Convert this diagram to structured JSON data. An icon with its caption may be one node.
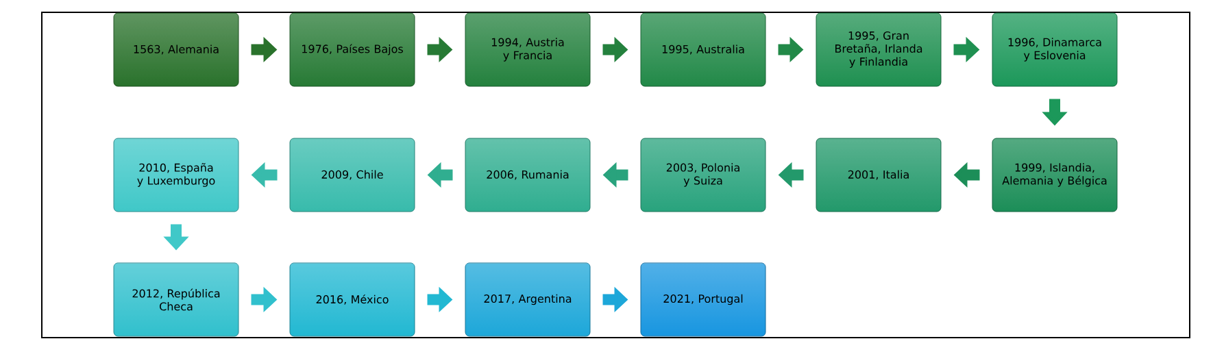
{
  "diagram": {
    "nodes": [
      {
        "text": [
          "1563, Alemania"
        ]
      },
      {
        "text": [
          "1976, Países Bajos"
        ]
      },
      {
        "text": [
          "1994, Austria y Francia"
        ]
      },
      {
        "text": [
          "1995, Australia"
        ]
      },
      {
        "text": [
          "1995, Gran Bretaña, Irlanda y Finlandia"
        ]
      },
      {
        "text": [
          "1996, Dinamarca y Eslovenia"
        ]
      },
      {
        "text": [
          "1999, Islandia, Alemania y Bélgica"
        ]
      },
      {
        "text": [
          "2001, Italia"
        ]
      },
      {
        "text": [
          "2003, Polonia y Suiza"
        ]
      },
      {
        "text": [
          "2006, Rumania"
        ]
      },
      {
        "text": [
          "2009, Chile"
        ]
      },
      {
        "text": [
          "2010, España y Luxemburgo"
        ]
      },
      {
        "text": [
          "2012, República Checa"
        ]
      },
      {
        "text": [
          "2016, México"
        ]
      },
      {
        "text": [
          "2017, Argentina"
        ]
      },
      {
        "text": [
          "2021, Portugal"
        ]
      }
    ],
    "edges": [
      {
        "from": 0,
        "to": 1,
        "arrow": "to",
        "color": "#2a722c"
      },
      {
        "from": 1,
        "to": 2,
        "arrow": "to",
        "color": "#277a35"
      },
      {
        "from": 2,
        "to": 3,
        "arrow": "to",
        "color": "#24813e"
      },
      {
        "from": 3,
        "to": 4,
        "arrow": "to",
        "color": "#228948"
      },
      {
        "from": 4,
        "to": 5,
        "arrow": "to",
        "color": "#1f9051"
      },
      {
        "from": 5,
        "to": 6,
        "arrow": "to",
        "color": "#1c985a"
      },
      {
        "from": 6,
        "to": 7,
        "arrow": "to",
        "color": "#1c8e58"
      },
      {
        "from": 7,
        "to": 8,
        "arrow": "to",
        "color": "#23996b"
      },
      {
        "from": 8,
        "to": 9,
        "arrow": "to",
        "color": "#29a37d"
      },
      {
        "from": 9,
        "to": 10,
        "arrow": "to",
        "color": "#30ae90"
      },
      {
        "from": 10,
        "to": 11,
        "arrow": "to",
        "color": "#38bbac"
      },
      {
        "from": 11,
        "to": 12,
        "arrow": "to",
        "color": "#40c8c8"
      },
      {
        "from": 12,
        "to": 13,
        "arrow": "to",
        "color": "#31c0cd"
      },
      {
        "from": 13,
        "to": 14,
        "arrow": "to",
        "color": "#22b8d2"
      },
      {
        "from": 14,
        "to": 15,
        "arrow": "to",
        "color": "#1da7d9"
      }
    ]
  }
}
